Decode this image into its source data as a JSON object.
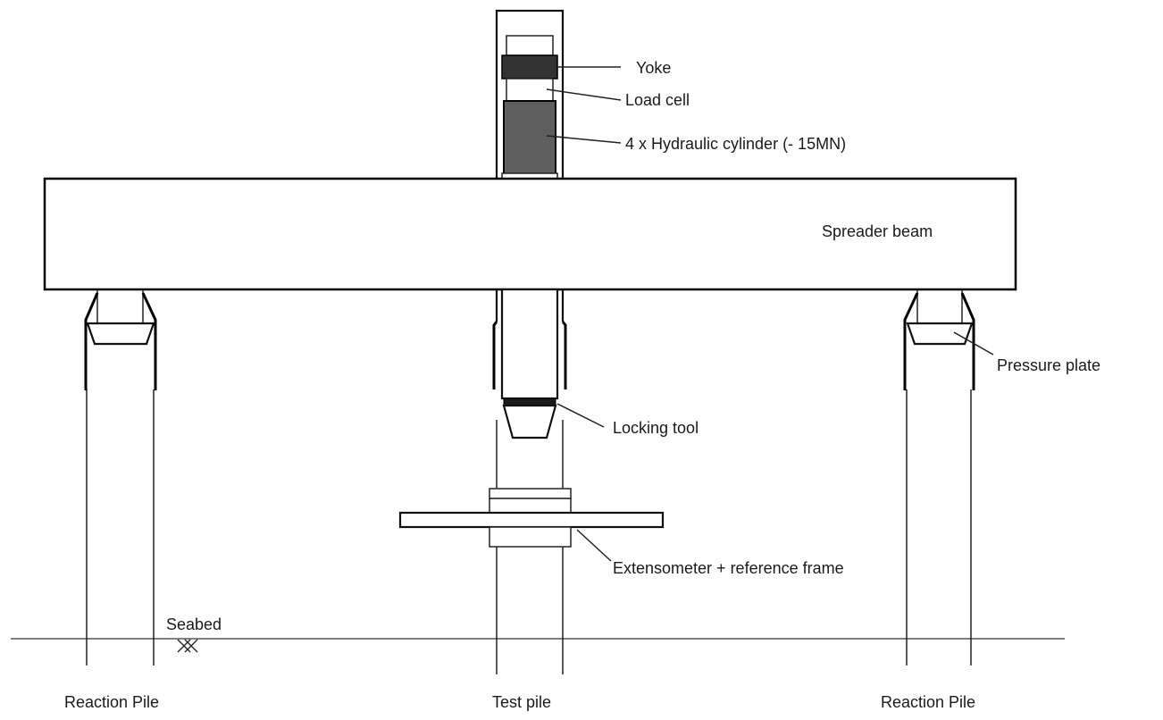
{
  "diagram": {
    "labels": {
      "yoke": "Yoke",
      "load_cell": "Load cell",
      "hydraulic_cylinder": "4 x Hydraulic cylinder (- 15MN)",
      "spreader_beam": "Spreader beam",
      "pressure_plate": "Pressure plate",
      "locking_tool": "Locking tool",
      "extensometer": "Extensometer + reference frame",
      "seabed": "Seabed",
      "reaction_pile_left": "Reaction Pile",
      "test_pile": "Test pile",
      "reaction_pile_right": "Reaction Pile"
    },
    "colors": {
      "yoke_fill": "#333333",
      "cylinder_fill": "#5e5e5e",
      "locking_band": "#1a1a1a",
      "line": "#111111"
    }
  }
}
